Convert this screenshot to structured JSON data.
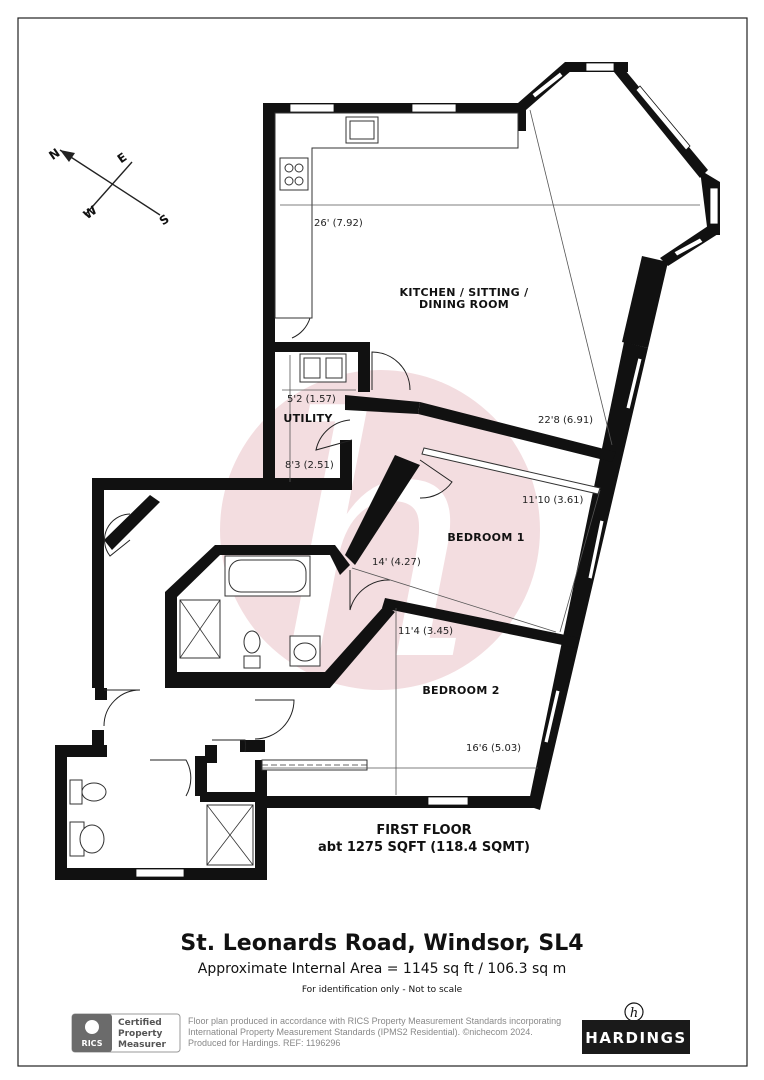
{
  "compass": {
    "n": "N",
    "e": "E",
    "s": "S",
    "w": "W"
  },
  "rooms": {
    "kitchen_line1": "KITCHEN / SITTING /",
    "kitchen_line2": "DINING ROOM",
    "utility": "UTILITY",
    "bedroom1": "BEDROOM 1",
    "bedroom2": "BEDROOM 2"
  },
  "dimensions": {
    "kitchen_width": "26' (7.92)",
    "kitchen_depth": "22'8 (6.91)",
    "utility_width": "5'2 (1.57)",
    "utility_depth": "8'3 (2.51)",
    "bed1_width": "11'10 (3.61)",
    "bed1_depth": "14' (4.27)",
    "bed2_width": "11'4 (3.45)",
    "bed2_depth": "16'6 (5.03)"
  },
  "floor_label": {
    "line1": "FIRST FLOOR",
    "line2": "abt 1275 SQFT (118.4 SQMT)"
  },
  "title": {
    "address": "St. Leonards Road, Windsor, SL4",
    "area": "Approximate Internal Area = 1145 sq ft / 106.3 sq m",
    "note": "For identification only - Not to scale"
  },
  "footer": {
    "rics_badge_short": "RICS",
    "rics_line1": "Certified",
    "rics_line2": "Property",
    "rics_line3": "Measurer",
    "statement_line1": "Floor plan produced in accordance with RICS Property Measurement Standards incorporating",
    "statement_line2": "International Property Measurement Standards (IPMS2 Residential).  ©nichecom 2024.",
    "statement_line3": "Produced for Hardings.   REF:  1196296",
    "brand": "HARDINGS",
    "brand_mark": "h"
  },
  "colors": {
    "wall": "#111111",
    "watermark": "#f1d8dc",
    "text": "#111111",
    "footer_text": "#888888",
    "brand_bg": "#1a1a1a"
  }
}
